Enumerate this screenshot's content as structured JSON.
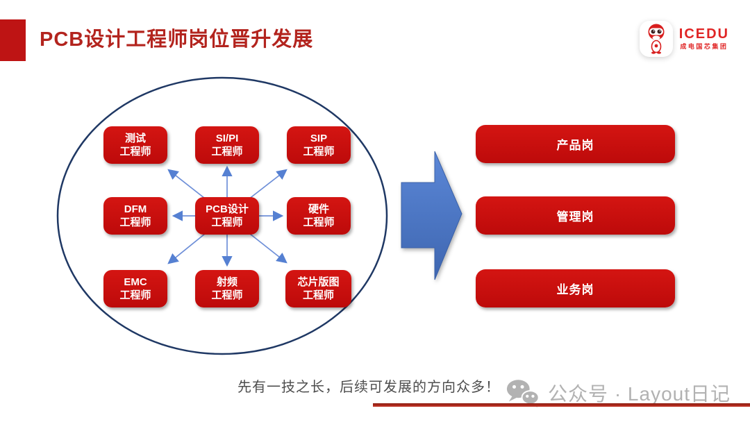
{
  "slide": {
    "title": "PCB设计工程师岗位晋升发展",
    "footer_note": "先有一技之长，后续可发展的方向众多！",
    "watermark": "公众号 · Layout日记",
    "logo": {
      "brand": "ICEDU",
      "subtitle": "成电国芯集团"
    }
  },
  "diagram": {
    "center": {
      "line1": "PCB设计",
      "line2": "工程师"
    },
    "satellites": [
      {
        "id": "test",
        "line1": "测试",
        "line2": "工程师"
      },
      {
        "id": "si-pi",
        "line1": "SI/PI",
        "line2": "工程师"
      },
      {
        "id": "sip",
        "line1": "SIP",
        "line2": "工程师"
      },
      {
        "id": "dfm",
        "line1": "DFM",
        "line2": "工程师"
      },
      {
        "id": "hardware",
        "line1": "硬件",
        "line2": "工程师"
      },
      {
        "id": "emc",
        "line1": "EMC",
        "line2": "工程师"
      },
      {
        "id": "rf",
        "line1": "射频",
        "line2": "工程师"
      },
      {
        "id": "chip-layout",
        "line1": "芯片版图",
        "line2": "工程师"
      }
    ],
    "promotion_tracks": [
      {
        "label": "产品岗"
      },
      {
        "label": "管理岗"
      },
      {
        "label": "业务岗"
      }
    ]
  },
  "colors": {
    "box_red": "#C9100E",
    "title_red": "#B3241E",
    "accent_square_red": "#BE1414",
    "ellipse_navy": "#1F3864",
    "connector_blue": "#5580D2",
    "big_arrow_blue": "#4472C4",
    "footer_text_gray": "#4D4D4D",
    "watermark_gray": "#B2B2B2",
    "underline_red": "#A02318",
    "logo_red": "#E02525"
  }
}
